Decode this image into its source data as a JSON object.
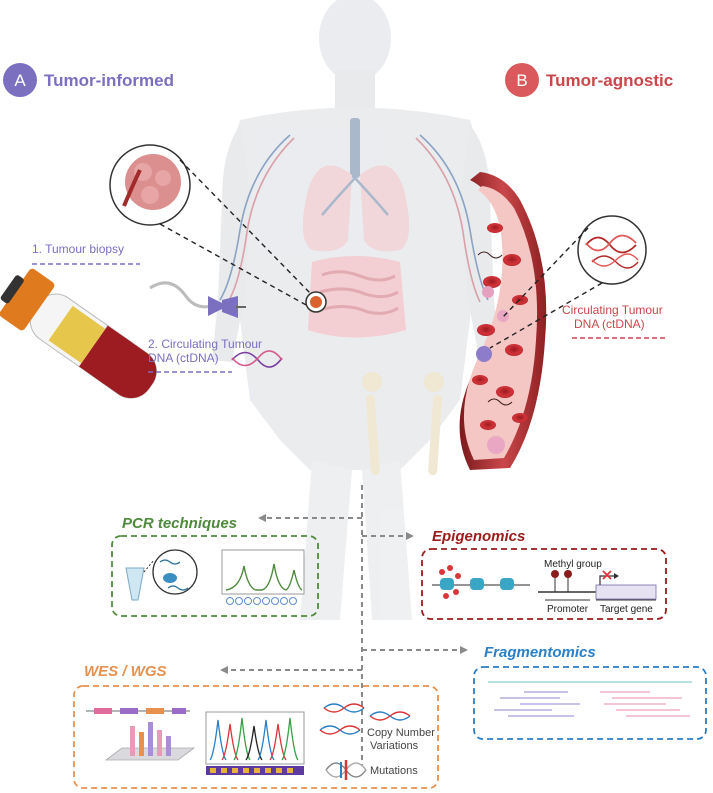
{
  "colors": {
    "tumor_informed": "#7b6fc0",
    "tumor_agnostic": "#c9474a",
    "pcr": "#4f8a3c",
    "epigenomics": "#9b1c1c",
    "fragmentomics": "#2a7fc7",
    "wes": "#e8914e",
    "connector": "#8a8a8a"
  },
  "panel_a": {
    "badge": "A",
    "title": "Tumor-informed",
    "step1": "1.  Tumour biopsy",
    "step2_line1": "2. Circulating Tumour",
    "step2_line2": "DNA (ctDNA)"
  },
  "panel_b": {
    "badge": "B",
    "title": "Tumor-agnostic",
    "ctdna_line1": "Circulating Tumour",
    "ctdna_line2": "DNA (ctDNA)"
  },
  "methods": {
    "pcr": {
      "title": "PCR techniques"
    },
    "epigenomics": {
      "title": "Epigenomics",
      "methyl_group": "Methyl group",
      "promoter": "Promoter",
      "target_gene": "Target gene"
    },
    "wes": {
      "title": "WES / WGS",
      "cnv_line1": "Copy Number",
      "cnv_line2": "Variations",
      "mutations": "Mutations"
    },
    "fragmentomics": {
      "title": "Fragmentomics"
    }
  }
}
